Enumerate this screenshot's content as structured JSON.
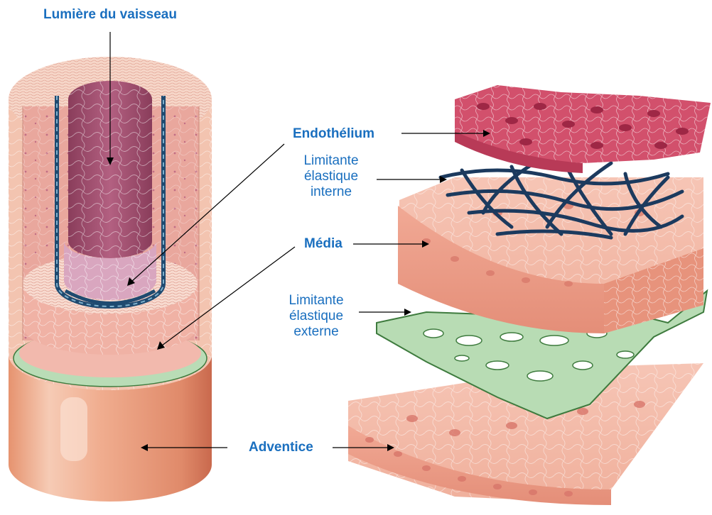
{
  "labels": {
    "lumen": "Lumière du vaisseau",
    "endothelium": "Endothélium",
    "internal_elastic": [
      "Limitante",
      "élastique",
      "interne"
    ],
    "media": "Média",
    "external_elastic": [
      "Limitante",
      "élastique",
      "externe"
    ],
    "adventitia": "Adventice"
  },
  "colors": {
    "label_blue": "#1a6fbf",
    "endothelium": "#d0506c",
    "internal_elastic": "#1f3f63",
    "media": "#f2b6a6",
    "external_elastic": "#a8d6a8",
    "adventitia": "#e99a7e",
    "lumen": "#a24f6e"
  },
  "icons": {
    "vessel": "blood-vessel-cutaway-icon",
    "layers": "vessel-wall-exploded-layers-icon"
  }
}
